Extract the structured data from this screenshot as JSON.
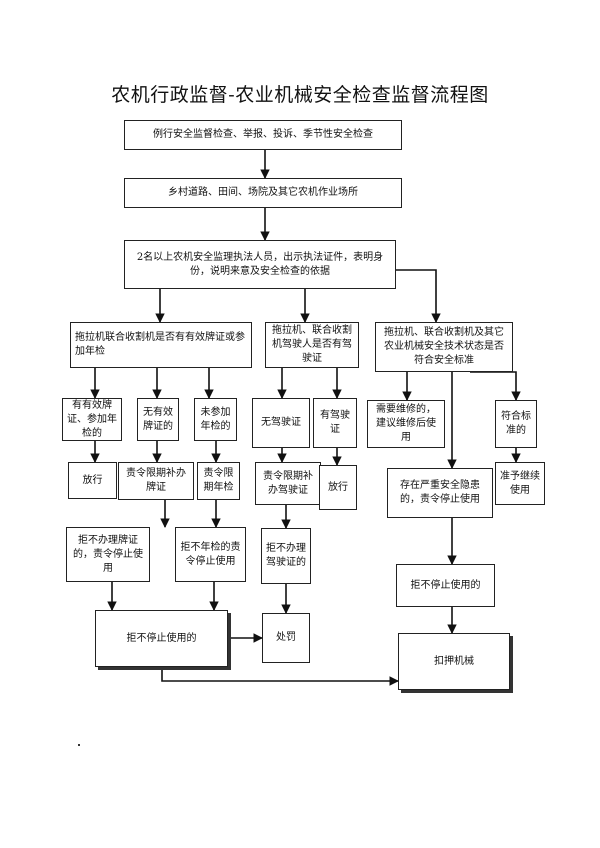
{
  "title": "农机行政监督-农业机械安全检查监督流程图",
  "nodes": {
    "n1": "例行安全监督检查、举报、投诉、季节性安全检查",
    "n2": "乡村道路、田间、场院及其它农机作业场所",
    "n3": "2名以上农机安全监理执法人员，出示执法证件，表明身份，说明来意及安全检查的依据",
    "n4": "拖拉机联合收割机是否有有效牌证或参加年检",
    "n5": "拖拉机、联合收割机驾驶人是否有驾驶证",
    "n6": "拖拉机、联合收割机及其它农业机械安全技术状态是否符合安全标准",
    "n7": "有有效牌证、参加年检的",
    "n8": "无有效牌证的",
    "n9": "未参加年检的",
    "n10": "无驾驶证",
    "n11": "有驾驶证",
    "n12": "需要维修的，建议维修后使用",
    "n13": "符合标准的",
    "n14": "放行",
    "n15": "责令限期补办牌证",
    "n16": "责令限期年检",
    "n17": "责令限期补办驾驶证",
    "n18": "放行",
    "n19": "存在严重安全隐患的，责令停止使用",
    "n20": "准予继续使用",
    "n21": "拒不办理牌证的，责令停止使用",
    "n22": "拒不年检的责令停止使用",
    "n23": "拒不办理驾驶证的",
    "n24": "拒不停止使用的",
    "n25": "拒不停止使用的",
    "n26": "处罚",
    "n27": "扣押机械"
  }
}
